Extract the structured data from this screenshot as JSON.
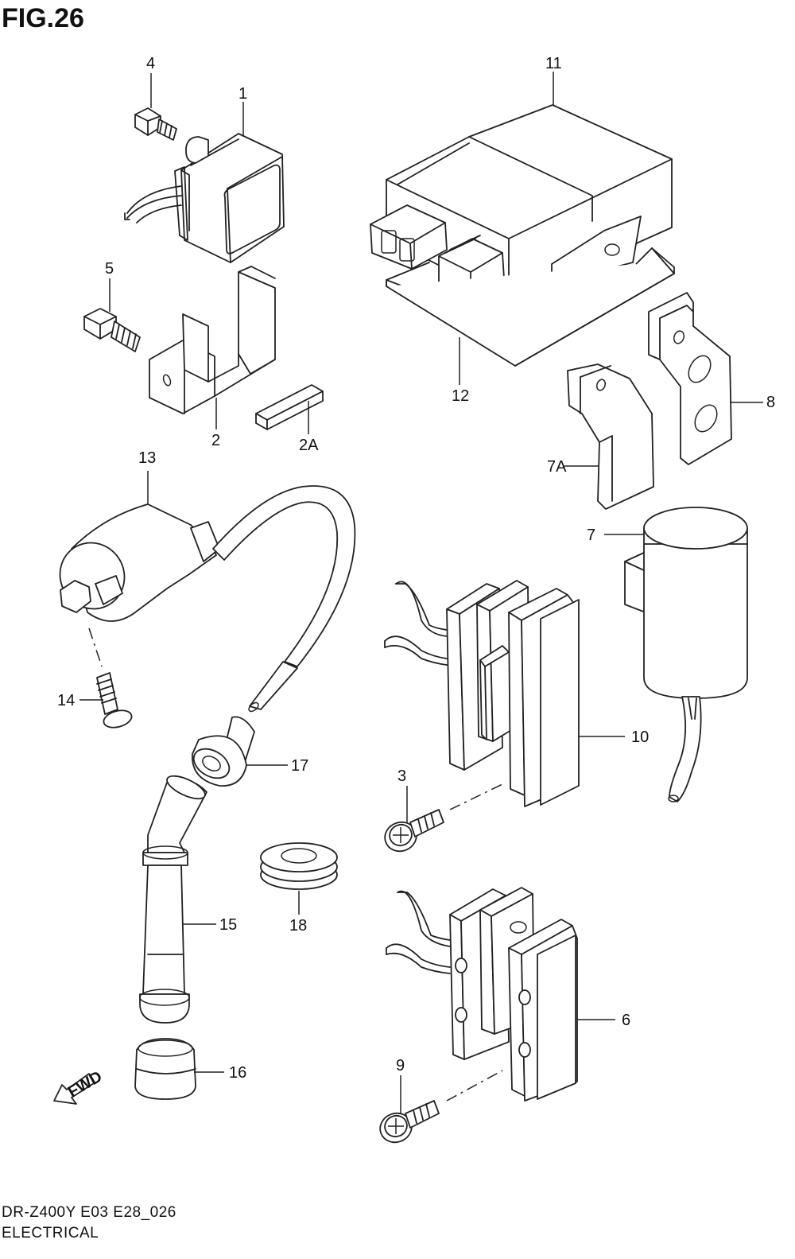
{
  "figure": {
    "title": "FIG.26",
    "model_code": "DR-Z400Y E03 E28_026",
    "section": "ELECTRICAL"
  },
  "fwd_label": "FWD",
  "callouts": [
    "1",
    "2",
    "2A",
    "3",
    "4",
    "5",
    "6",
    "7",
    "7A",
    "8",
    "9",
    "10",
    "11",
    "12",
    "13",
    "14",
    "15",
    "16",
    "17",
    "18"
  ]
}
